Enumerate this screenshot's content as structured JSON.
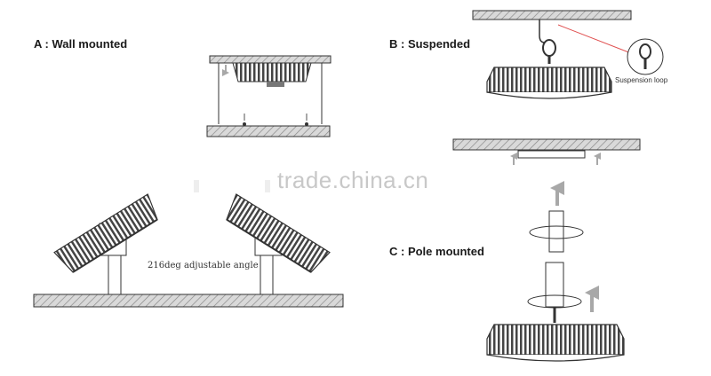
{
  "labels": {
    "wall": "A :  Wall mounted",
    "suspended": "B : Suspended",
    "pole": "C : Pole mounted",
    "suspension_loop": "Suspension loop",
    "angle": "216deg adjustable angle"
  },
  "watermark": "trade.china.cn",
  "colors": {
    "line": "#333333",
    "hatch": "#8a8a8a",
    "board": "#d9d9d9",
    "arrow": "#a8a8a8",
    "red_line": "#e05050"
  }
}
